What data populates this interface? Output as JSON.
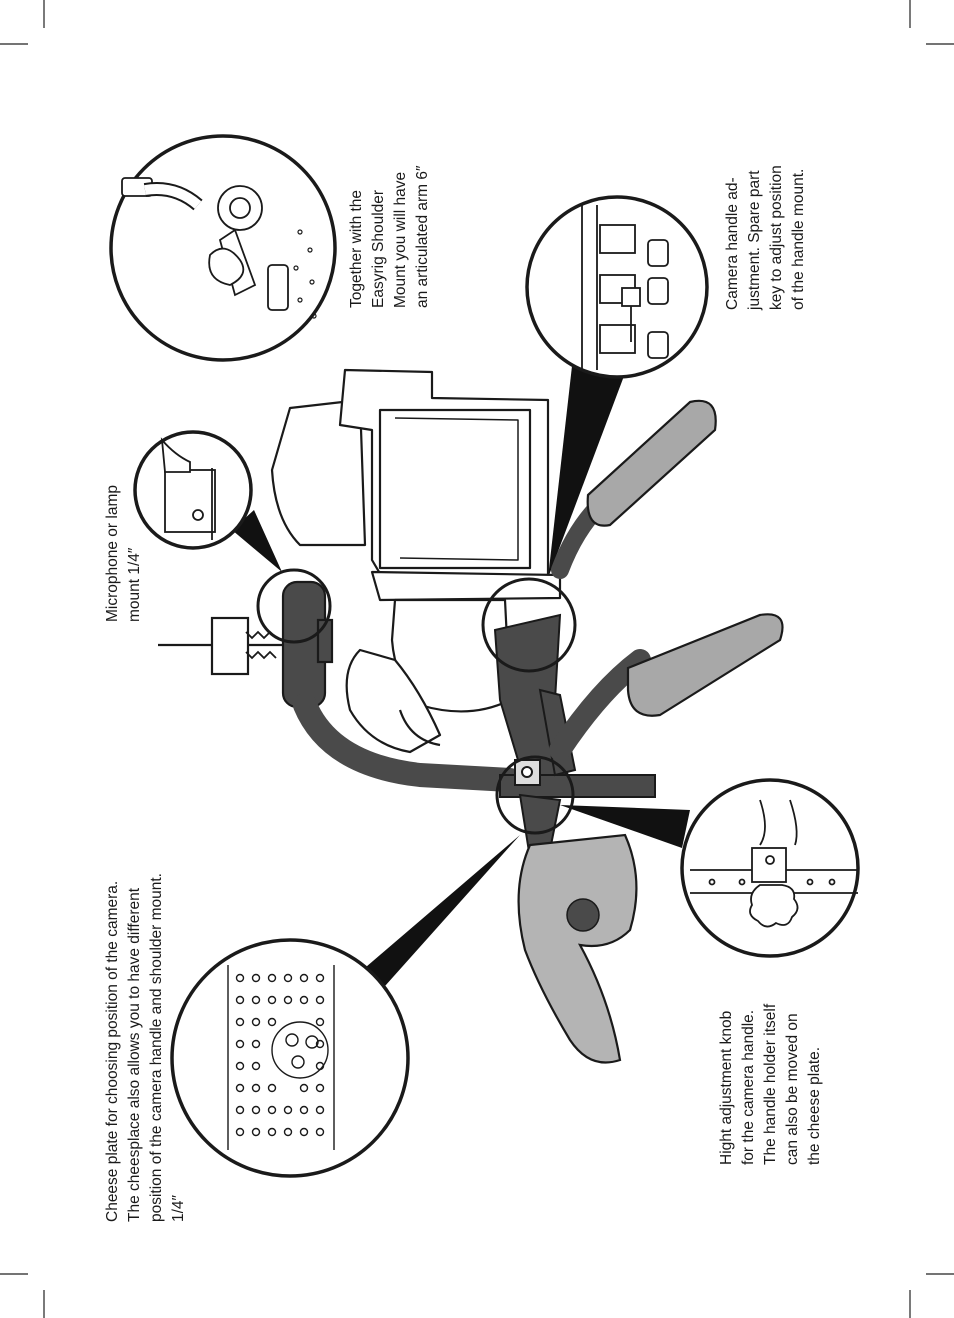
{
  "callouts": {
    "cheese_plate": {
      "lines": [
        "Cheese plate for choosing position of the camera.",
        "The cheesplace also allows you to have different",
        "position of the camera handle and shoulder mount.",
        "1/4″"
      ]
    },
    "height_knob": {
      "lines": [
        "Hight adjustment knob",
        "for the camera handle.",
        "The handle holder itself",
        "can also be moved on",
        "the cheese plate."
      ]
    },
    "microphone_mount": {
      "lines": [
        "Microphone or lamp",
        "mount 1/4″"
      ]
    },
    "articulated_arm": {
      "lines": [
        "Together with the",
        "Easyrig Shoulder",
        "Mount you will have",
        "an articulated arm 6″"
      ]
    },
    "handle_adjustment": {
      "lines": [
        "Camera handle ad-",
        "justment. Spare part",
        "key to adjust position",
        "of the handle mount."
      ]
    }
  },
  "colors": {
    "line": "#1a1a1a",
    "dark_metal": "#4a4a4a",
    "grip": "#a8a8a8",
    "shoulder_pad": "#b4b4b4",
    "background": "#ffffff"
  }
}
